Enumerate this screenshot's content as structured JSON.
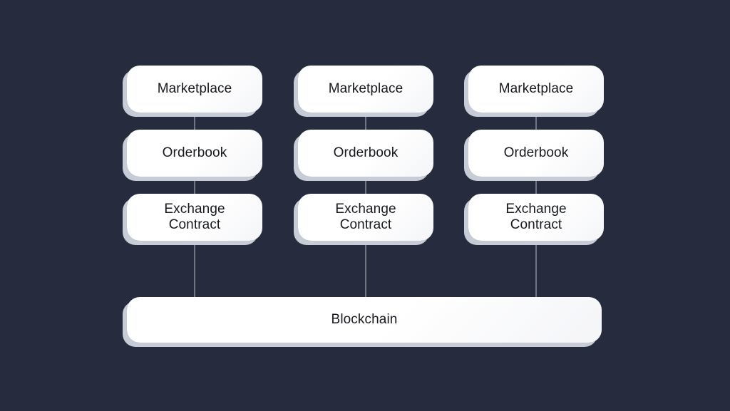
{
  "page": {
    "title": "Blockchain marketplace stack diagram"
  },
  "colors": {
    "background": "#262b3e",
    "node_fill": "#ffffff",
    "node_shadow": "#c8ccd6",
    "connector_line": "#6e7681",
    "text": "#16191f"
  },
  "diagram": {
    "columns": [
      {
        "items": [
          {
            "label": "Marketplace"
          },
          {
            "label": "Orderbook"
          },
          {
            "label": "Exchange Contract"
          }
        ]
      },
      {
        "items": [
          {
            "label": "Marketplace"
          },
          {
            "label": "Orderbook"
          },
          {
            "label": "Exchange Contract"
          }
        ]
      },
      {
        "items": [
          {
            "label": "Marketplace"
          },
          {
            "label": "Orderbook"
          },
          {
            "label": "Exchange Contract"
          }
        ]
      }
    ],
    "base": {
      "label": "Blockchain"
    }
  }
}
